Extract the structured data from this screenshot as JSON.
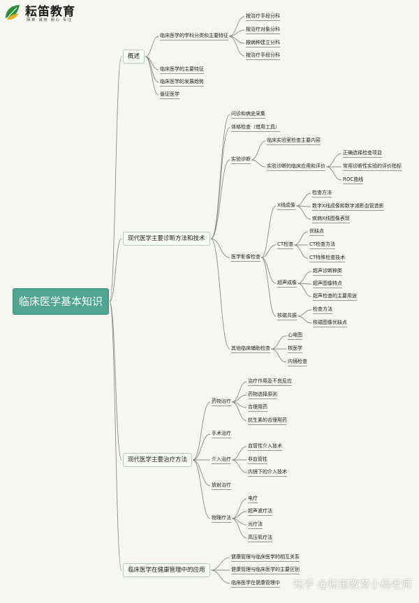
{
  "logo": {
    "title": "耘笛教育",
    "tagline": "简单 诚信 用心 专注"
  },
  "root": "临床医学基本知识",
  "branches": {
    "overview": {
      "label": "概述",
      "a": "临床医学的学科分类和主要特征",
      "a1": "按治疗手段分科",
      "a2": "按治疗对象分科",
      "a3": "按病种建立分科",
      "a4": "按治疗手段分科",
      "b": "临床医学的主要特征",
      "c": "临床医学的发展趋势",
      "d": "循证医学"
    },
    "diagnosis": {
      "label": "现代医学主要诊断方法和技术",
      "a": "问诊和病史采集",
      "b": "体格检查（借用工具）",
      "c": "实验诊断",
      "c1": "临床实验室检查主要内容",
      "c2": "实验诊断的临床应用和评价",
      "c2a": "正确选择检查项目",
      "c2b": "常用诊断性实验的评价指标",
      "c2c": "ROC曲线",
      "d": "医学影像检查",
      "d1": "X线成像",
      "d1a": "检查方法",
      "d1b": "数字X线成像和数字减影血管造影",
      "d1c": "疾病X线图像表现",
      "d2": "CT检查",
      "d2a": "优缺点",
      "d2b": "CT检查方法",
      "d2c": "CT特殊检查技术",
      "d3": "超声成像",
      "d3a": "超声诊断种类",
      "d3b": "超声图像特点",
      "d3c": "超声检查的主要用途",
      "d4": "核磁共振",
      "d4a": "检查方法",
      "d4b": "核磁图像优缺点",
      "e": "其他临床辅助检查",
      "e1": "心电图",
      "e2": "核医学",
      "e3": "内镜检查"
    },
    "treatment": {
      "label": "现代医学主要治疗方法",
      "a": "药物治疗",
      "a1": "治疗作用及不良反应",
      "a2": "药物选择原则",
      "a3": "合理用药",
      "a4": "抗生素的合理用药",
      "b": "手术治疗",
      "c": "介入治疗",
      "c1": "血管性介入技术",
      "c2": "非血管性",
      "c3": "内镜下的介入技术",
      "d": "放射治疗",
      "e": "物理疗法",
      "e1": "电疗",
      "e2": "超声波疗法",
      "e3": "光疗法",
      "e4": "高压氧疗法"
    },
    "health": {
      "label": "临床医学在健康管理中的应用",
      "a": "健康管理与临床医学的相互关系",
      "b": "健康管理与临床医学的主要区别",
      "c": "临床医学在健康管理中"
    }
  },
  "watermark": "知乎 @耘笛教育小杨老师",
  "colors": {
    "background": "#f6f7f2",
    "root_fill": "#4fa58f",
    "line": "#8a8a8a",
    "logo_green": "#2e8b3a",
    "logo_yellow": "#e2b21c"
  }
}
